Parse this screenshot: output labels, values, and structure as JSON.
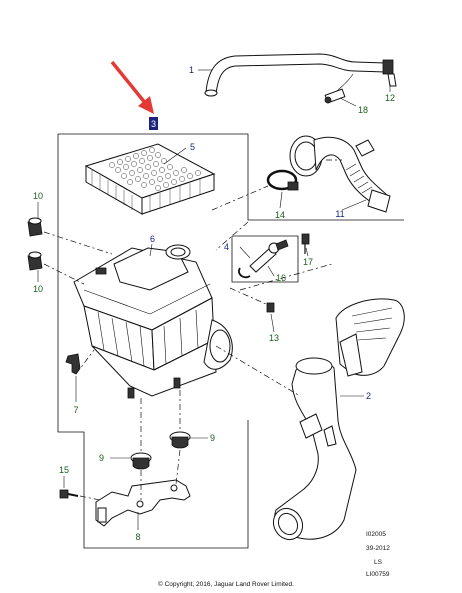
{
  "callouts": [
    {
      "id": "1",
      "color": "blue"
    },
    {
      "id": "2",
      "color": "blue"
    },
    {
      "id": "3",
      "color": "white"
    },
    {
      "id": "4",
      "color": "blue"
    },
    {
      "id": "5",
      "color": "blue"
    },
    {
      "id": "6",
      "color": "blue"
    },
    {
      "id": "7",
      "color": "green"
    },
    {
      "id": "8",
      "color": "green"
    },
    {
      "id": "9",
      "color": "green"
    },
    {
      "id": "10",
      "color": "green"
    },
    {
      "id": "11",
      "color": "blue"
    },
    {
      "id": "12",
      "color": "green"
    },
    {
      "id": "13",
      "color": "green"
    },
    {
      "id": "14",
      "color": "green"
    },
    {
      "id": "15",
      "color": "green"
    },
    {
      "id": "16",
      "color": "green"
    },
    {
      "id": "17",
      "color": "green"
    },
    {
      "id": "18",
      "color": "green"
    }
  ],
  "labels": {
    "l1": "1",
    "l2": "2",
    "l3": "3",
    "l4": "4",
    "l5": "5",
    "l6": "6",
    "l7": "7",
    "l8": "8",
    "l9a": "9",
    "l9b": "9",
    "l10a": "10",
    "l10b": "10",
    "l11": "11",
    "l12": "12",
    "l13": "13",
    "l14": "14",
    "l15": "15",
    "l16": "16",
    "l17": "17",
    "l18": "18"
  },
  "meta": {
    "code": "I02005",
    "date": "39-2012",
    "region": "LS",
    "ref": "LI00759"
  },
  "copyright": "© Copyright, 2016, Jaguar Land Rover Limited.",
  "colors": {
    "callout_blue": "#1a237e",
    "callout_green": "#1b5e20",
    "highlight_box": "#1a237e",
    "arrow": "#e53935"
  }
}
